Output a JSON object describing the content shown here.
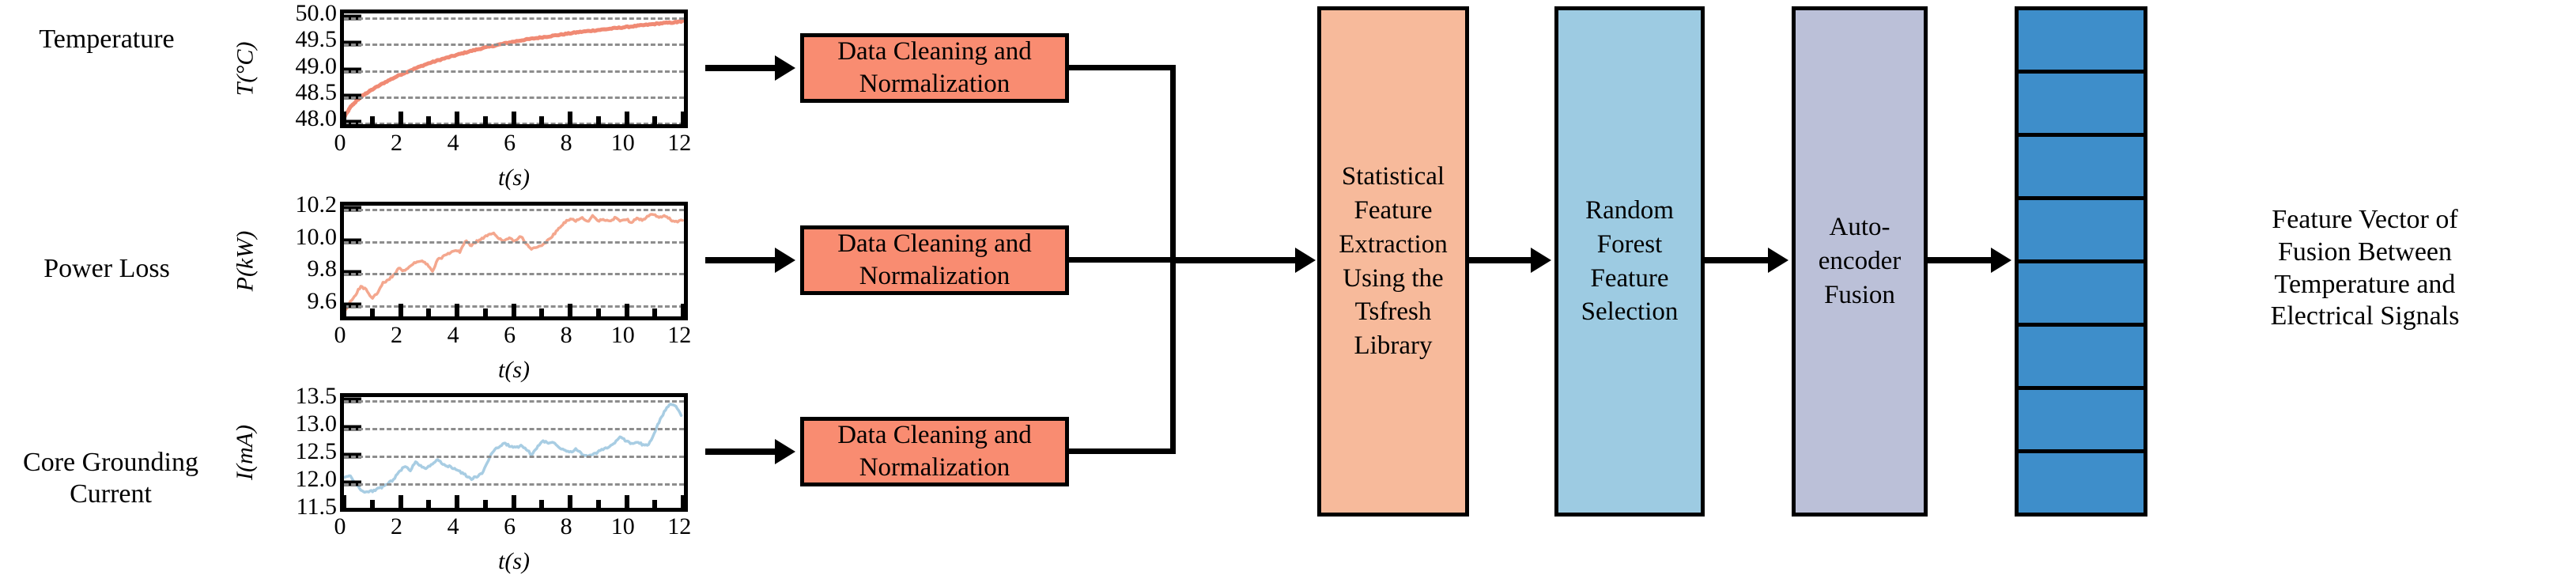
{
  "signals": [
    {
      "name": "Temperature",
      "label": "Temperature",
      "axis_label": "T(°C)",
      "axis_symbol": "T",
      "axis_unit": "(°C)",
      "xlabel": "t(s)",
      "yticks": [
        "50.0",
        "49.5",
        "49.0",
        "48.5",
        "48.0"
      ],
      "xticks": [
        "0",
        "2",
        "4",
        "6",
        "8",
        "10",
        "12"
      ],
      "color": "#F08A74"
    },
    {
      "name": "Power Loss",
      "label": "Power Loss",
      "axis_label": "P(kW)",
      "axis_symbol": "P",
      "axis_unit": "(kW)",
      "xlabel": "t(s)",
      "yticks": [
        "10.2",
        "10.0",
        "9.8",
        "9.6"
      ],
      "xticks": [
        "0",
        "2",
        "4",
        "6",
        "8",
        "10",
        "12"
      ],
      "color": "#F4A78E"
    },
    {
      "name": "Core Grounding Current",
      "label": "Core Grounding\nCurrent",
      "label_line1": "Core Grounding",
      "label_line2": "Current",
      "axis_label": "I(mA)",
      "axis_symbol": "I",
      "axis_unit": "(mA)",
      "xlabel": "t(s)",
      "yticks": [
        "13.5",
        "13.0",
        "12.5",
        "12.0",
        "11.5"
      ],
      "xticks": [
        "0",
        "2",
        "4",
        "6",
        "8",
        "10",
        "12"
      ],
      "color": "#A8CDE3"
    }
  ],
  "chart_data": [
    {
      "type": "line",
      "title": "Temperature",
      "xlabel": "t(s)",
      "ylabel": "T(°C)",
      "xlim": [
        0,
        12.3
      ],
      "ylim": [
        47.82,
        50.08
      ],
      "xticks": [
        0,
        2,
        4,
        6,
        8,
        10,
        12
      ],
      "yticks": [
        48.0,
        48.5,
        49.0,
        49.5,
        50.0
      ],
      "grid": true,
      "color": "#F08A74",
      "x": [
        0,
        0.25,
        0.5,
        0.75,
        1,
        1.5,
        2,
        2.5,
        3,
        3.5,
        4,
        4.5,
        5,
        5.5,
        6,
        6.5,
        7,
        7.5,
        8,
        8.5,
        9,
        9.5,
        10,
        10.5,
        11,
        11.5,
        12,
        12.25
      ],
      "y": [
        47.95,
        48.18,
        48.32,
        48.43,
        48.52,
        48.68,
        48.82,
        48.94,
        49.05,
        49.14,
        49.22,
        49.3,
        49.37,
        49.43,
        49.49,
        49.54,
        49.58,
        49.62,
        49.66,
        49.7,
        49.73,
        49.76,
        49.79,
        49.82,
        49.85,
        49.88,
        49.9,
        49.92
      ]
    },
    {
      "type": "line",
      "title": "Power Loss",
      "xlabel": "t(s)",
      "ylabel": "P(kW)",
      "xlim": [
        0,
        12.3
      ],
      "ylim": [
        9.48,
        10.22
      ],
      "xticks": [
        0,
        2,
        4,
        6,
        8,
        10,
        12
      ],
      "yticks": [
        9.6,
        9.8,
        10.0,
        10.2
      ],
      "grid": true,
      "color": "#F4A78E",
      "x": [
        0,
        0.2,
        0.4,
        0.6,
        0.8,
        1.0,
        1.2,
        1.4,
        1.6,
        1.8,
        2.0,
        2.2,
        2.4,
        2.6,
        2.8,
        3.0,
        3.2,
        3.4,
        3.6,
        3.8,
        4.0,
        4.2,
        4.4,
        4.6,
        4.8,
        5.0,
        5.2,
        5.4,
        5.6,
        5.8,
        6.0,
        6.2,
        6.4,
        6.6,
        6.8,
        7.0,
        7.2,
        7.4,
        7.6,
        7.8,
        8.0,
        8.2,
        8.4,
        8.6,
        8.8,
        9.0,
        9.2,
        9.4,
        9.6,
        9.8,
        10.0,
        10.2,
        10.4,
        10.6,
        10.8,
        11.0,
        11.2,
        11.4,
        11.6,
        11.8,
        12.0,
        12.25
      ],
      "y": [
        9.5,
        9.57,
        9.62,
        9.68,
        9.66,
        9.6,
        9.63,
        9.7,
        9.72,
        9.76,
        9.8,
        9.78,
        9.82,
        9.84,
        9.85,
        9.83,
        9.78,
        9.86,
        9.88,
        9.9,
        9.92,
        9.91,
        9.99,
        9.95,
        9.98,
        10.0,
        10.02,
        10.04,
        10.0,
        9.99,
        10.0,
        9.98,
        10.02,
        9.96,
        9.93,
        9.94,
        9.96,
        9.99,
        10.03,
        10.07,
        10.11,
        10.13,
        10.12,
        10.14,
        10.11,
        10.15,
        10.12,
        10.13,
        10.11,
        10.14,
        10.12,
        10.13,
        10.11,
        10.14,
        10.12,
        10.15,
        10.16,
        10.14,
        10.15,
        10.13,
        10.11,
        10.12
      ]
    },
    {
      "type": "line",
      "title": "Core Grounding Current",
      "xlabel": "t(s)",
      "ylabel": "I(mA)",
      "xlim": [
        0,
        12.3
      ],
      "ylim": [
        11.42,
        13.56
      ],
      "xticks": [
        0,
        2,
        4,
        6,
        8,
        10,
        12
      ],
      "yticks": [
        11.5,
        12.0,
        12.5,
        13.0,
        13.5
      ],
      "grid": true,
      "color": "#A8CDE3",
      "x": [
        0,
        0.2,
        0.4,
        0.6,
        0.8,
        1.0,
        1.2,
        1.4,
        1.6,
        1.8,
        2.0,
        2.2,
        2.4,
        2.6,
        2.8,
        3.0,
        3.2,
        3.4,
        3.6,
        3.8,
        4.0,
        4.2,
        4.4,
        4.6,
        4.8,
        5.0,
        5.2,
        5.4,
        5.6,
        5.8,
        6.0,
        6.2,
        6.4,
        6.6,
        6.8,
        7.0,
        7.2,
        7.4,
        7.6,
        7.8,
        8.0,
        8.2,
        8.4,
        8.6,
        8.8,
        9.0,
        9.2,
        9.4,
        9.6,
        9.8,
        10.0,
        10.2,
        10.4,
        10.6,
        10.8,
        11.0,
        11.2,
        11.4,
        11.6,
        11.8,
        12.0,
        12.2
      ],
      "y": [
        12.0,
        12.05,
        11.9,
        11.78,
        11.72,
        11.74,
        11.78,
        11.82,
        11.9,
        11.97,
        12.12,
        12.22,
        12.14,
        12.32,
        12.22,
        12.18,
        12.28,
        12.34,
        12.25,
        12.22,
        12.18,
        12.12,
        12.05,
        11.98,
        12.02,
        12.08,
        12.32,
        12.52,
        12.6,
        12.66,
        12.62,
        12.58,
        12.62,
        12.55,
        12.44,
        12.6,
        12.72,
        12.66,
        12.7,
        12.58,
        12.54,
        12.5,
        12.56,
        12.46,
        12.42,
        12.44,
        12.5,
        12.56,
        12.6,
        12.68,
        12.78,
        12.72,
        12.66,
        12.7,
        12.64,
        12.62,
        12.82,
        13.08,
        13.28,
        13.45,
        13.38,
        13.22
      ]
    }
  ],
  "pipeline": {
    "clean_boxes": [
      {
        "label": "Data Cleaning and Normalization",
        "line1": "Data Cleaning and",
        "line2": "Normalization",
        "color": "#F98C71"
      },
      {
        "label": "Data Cleaning and Normalization",
        "line1": "Data Cleaning and",
        "line2": "Normalization",
        "color": "#F98C71"
      },
      {
        "label": "Data Cleaning and Normalization",
        "line1": "Data Cleaning and",
        "line2": "Normalization",
        "color": "#F98C71"
      }
    ],
    "feature_extraction": {
      "label": "Statistical Feature Extraction Using the Tsfresh Library",
      "lines": [
        "Statistical",
        "Feature",
        "Extraction",
        "Using the",
        "Tsfresh",
        "Library"
      ],
      "color": "#F7BA9B"
    },
    "random_forest": {
      "label": "Random Forest Feature Selection",
      "lines": [
        "Random",
        "Forest",
        "Feature",
        "Selection"
      ],
      "color": "#9DCBE2"
    },
    "autoencoder": {
      "label": "Auto-encoder Fusion",
      "lines": [
        "Auto-",
        "encoder",
        "Fusion"
      ],
      "color": "#BBC0D8"
    },
    "feature_vector": {
      "cell_count": 8,
      "color": "#3E8ECA"
    },
    "output_text": {
      "label": "Feature Vector of Fusion Between Temperature and Electrical Signals",
      "lines": [
        "Feature Vector of",
        "Fusion Between",
        "Temperature and",
        "Electrical Signals"
      ]
    }
  }
}
